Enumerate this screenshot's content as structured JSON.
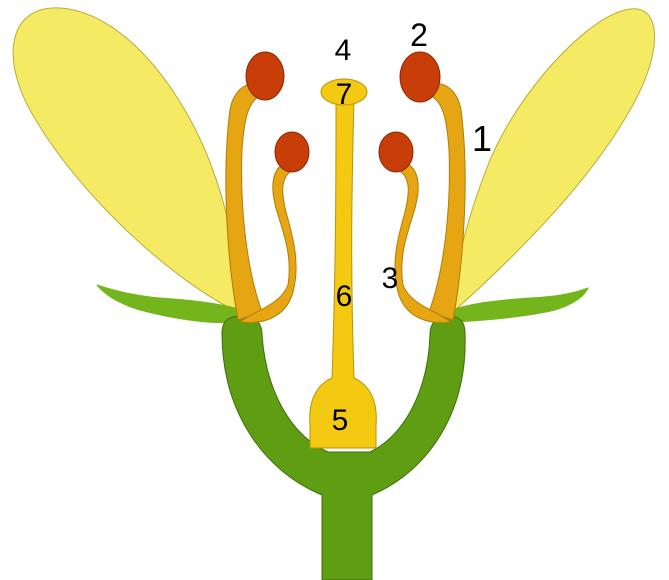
{
  "diagram": {
    "labels": {
      "l1": "1",
      "l2": "2",
      "l3": "3",
      "l4": "4",
      "l5": "5",
      "l6": "6",
      "l7": "7"
    },
    "colors": {
      "petal": "#f5ea64",
      "petal_stroke": "#b8ad3a",
      "stem": "#5f9e13",
      "stem_stroke": "#3f6e08",
      "sepal": "#73b51a",
      "filament": "#e6a512",
      "filament_stroke": "#b27c08",
      "anther": "#c83d08",
      "anther_stroke": "#8a2804",
      "pistil": "#f4c911",
      "pistil_stroke": "#b99406"
    }
  }
}
